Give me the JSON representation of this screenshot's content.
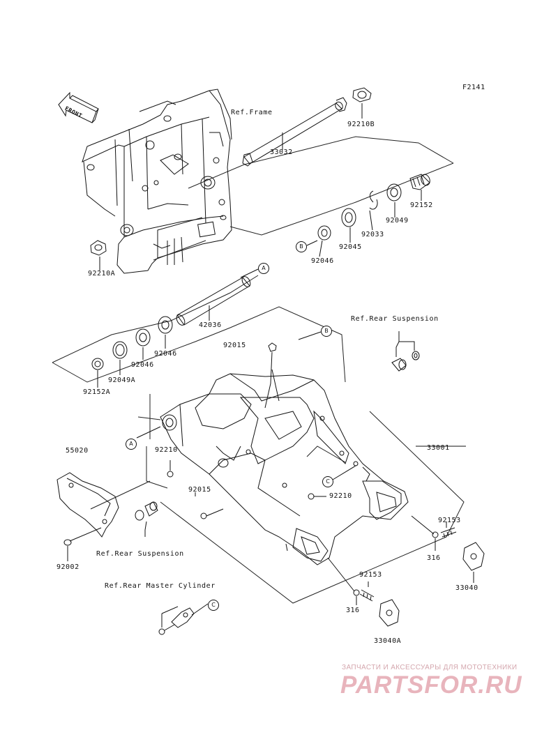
{
  "figure_code": "F2141",
  "front_label": "FRONT",
  "refs": {
    "frame": "Ref.Frame",
    "rear_suspension_top": "Ref.Rear Suspension",
    "rear_suspension_bottom": "Ref.Rear Suspension",
    "rear_master_cylinder": "Ref.Rear Master Cylinder"
  },
  "parts": [
    {
      "id": "p-92210b",
      "number": "92210B"
    },
    {
      "id": "p-33032",
      "number": "33032"
    },
    {
      "id": "p-92152",
      "number": "92152"
    },
    {
      "id": "p-92049",
      "number": "92049"
    },
    {
      "id": "p-92033",
      "number": "92033"
    },
    {
      "id": "p-92045",
      "number": "92045"
    },
    {
      "id": "p-92046-a",
      "number": "92046"
    },
    {
      "id": "p-92210a",
      "number": "92210A"
    },
    {
      "id": "p-42036",
      "number": "42036"
    },
    {
      "id": "p-92015-a",
      "number": "92015"
    },
    {
      "id": "p-92046-b",
      "number": "92046"
    },
    {
      "id": "p-92046-c",
      "number": "92046"
    },
    {
      "id": "p-92049a",
      "number": "92049A"
    },
    {
      "id": "p-92152a",
      "number": "92152A"
    },
    {
      "id": "p-55020",
      "number": "55020"
    },
    {
      "id": "p-92210-a",
      "number": "92210"
    },
    {
      "id": "p-33001",
      "number": "33001"
    },
    {
      "id": "p-92210-b",
      "number": "92210"
    },
    {
      "id": "p-92015-b",
      "number": "92015"
    },
    {
      "id": "p-92153-a",
      "number": "92153"
    },
    {
      "id": "p-316-a",
      "number": "316"
    },
    {
      "id": "p-33040",
      "number": "33040"
    },
    {
      "id": "p-92002",
      "number": "92002"
    },
    {
      "id": "p-92153-b",
      "number": "92153"
    },
    {
      "id": "p-316-b",
      "number": "316"
    },
    {
      "id": "p-33040a",
      "number": "33040A"
    }
  ],
  "callouts": [
    {
      "id": "c-a-top",
      "letter": "A"
    },
    {
      "id": "c-b-top",
      "letter": "B"
    },
    {
      "id": "c-b-mid",
      "letter": "B"
    },
    {
      "id": "c-a-left",
      "letter": "A"
    },
    {
      "id": "c-c-arm",
      "letter": "C"
    },
    {
      "id": "c-c-bottom",
      "letter": "C"
    }
  ],
  "watermark": {
    "subtitle": "ЗАПЧАСТИ И АКСЕССУАРЫ ДЛЯ МОТОТЕХНИКИ",
    "logo_text": "PARTSFOR.RU",
    "color": "#e8b4bc"
  }
}
